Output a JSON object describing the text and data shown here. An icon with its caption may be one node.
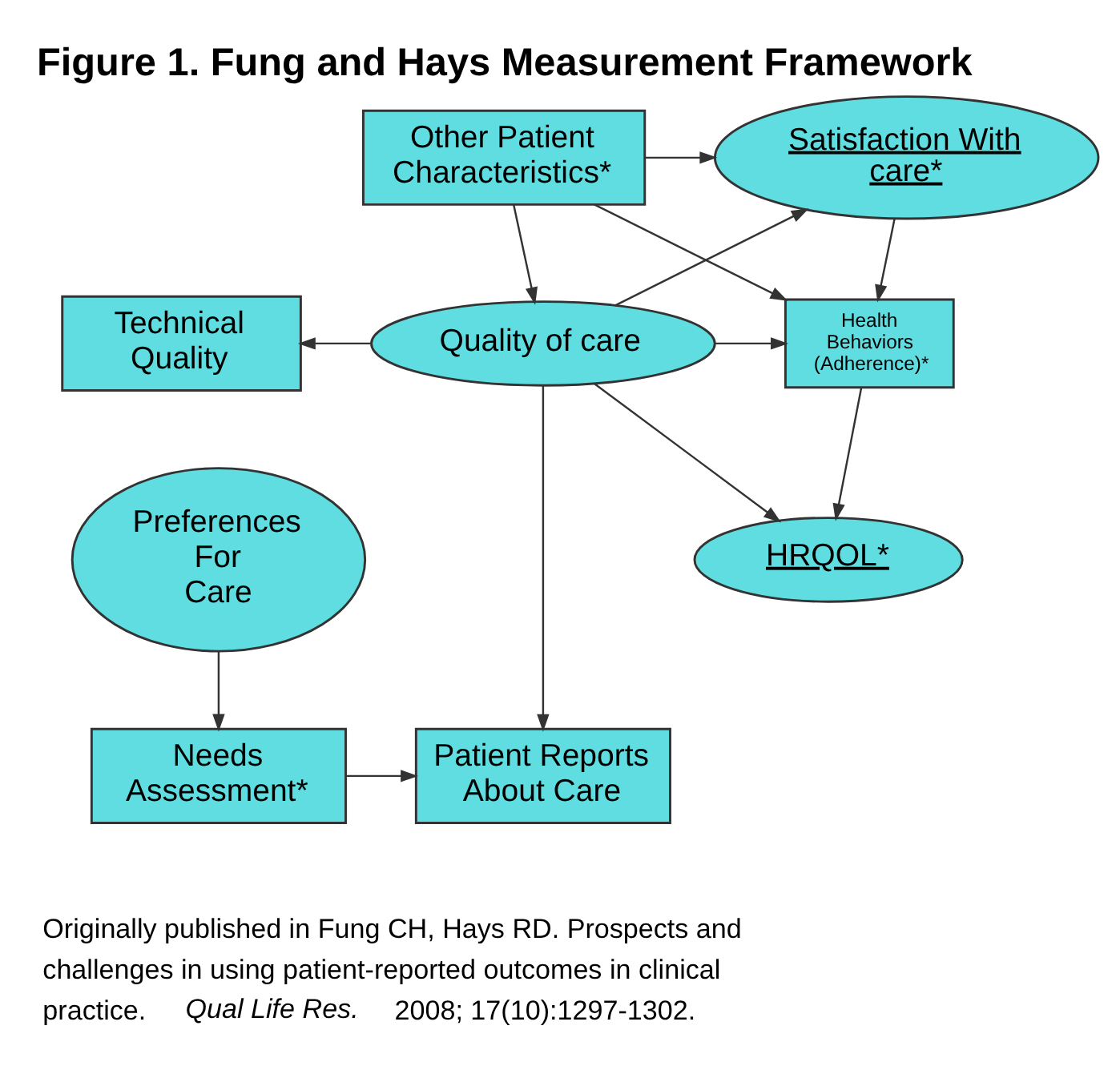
{
  "diagram": {
    "title": "Figure 1. Fung and Hays Measurement Framework",
    "caption": "Originally published in Fung CH, Hays RD. Prospects and challenges in using patient-reported outcomes in clinical practice. *Qual Life Res.* 2008; 17(10):1297-1302.",
    "nodes": [
      {
        "text": [
          "Other Patient Characteristics*"
        ]
      },
      {
        "text": [
          "Satisfaction With care*"
        ]
      },
      {
        "text": [
          "Health Behaviors (Adherence)*"
        ]
      },
      {
        "text": [
          "Technical Quality"
        ]
      },
      {
        "text": [
          "Quality of care"
        ]
      },
      {
        "text": [
          "HRQOL*"
        ]
      },
      {
        "text": [
          "Preferences For Care"
        ]
      },
      {
        "text": [
          "Patient Reports About Care"
        ]
      },
      {
        "text": [
          "Needs Assessment*"
        ]
      }
    ],
    "edges": [
      {
        "from": 0,
        "to": 1,
        "arrow": "to"
      },
      {
        "from": 0,
        "to": 2,
        "arrow": "to"
      },
      {
        "from": 0,
        "to": 4,
        "arrow": "to"
      },
      {
        "from": 1,
        "to": 2,
        "arrow": "to"
      },
      {
        "from": 4,
        "to": 1,
        "arrow": "to"
      },
      {
        "from": 4,
        "to": 2,
        "arrow": "to"
      },
      {
        "from": 4,
        "to": 3,
        "arrow": "to"
      },
      {
        "from": 2,
        "to": 5,
        "arrow": "to"
      },
      {
        "from": 4,
        "to": 5,
        "arrow": "to"
      },
      {
        "from": 4,
        "to": 7,
        "arrow": "to"
      },
      {
        "from": 6,
        "to": 8,
        "arrow": "to"
      },
      {
        "from": 8,
        "to": 7,
        "arrow": "to"
      }
    ]
  }
}
